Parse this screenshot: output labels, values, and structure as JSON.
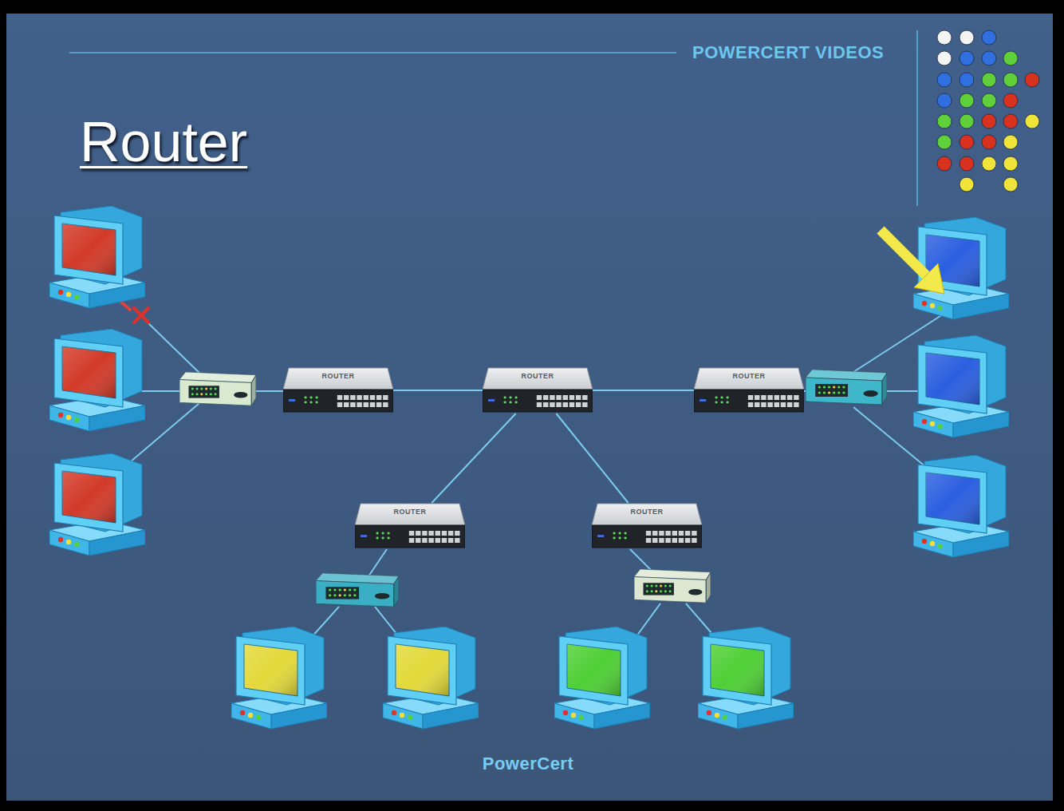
{
  "diagram": {
    "title": "Router",
    "nodes": [
      {
        "text": [
          "ROUTER"
        ]
      },
      {
        "text": [
          "ROUTER"
        ]
      },
      {
        "text": [
          "ROUTER"
        ]
      },
      {
        "text": [
          "ROUTER"
        ]
      },
      {
        "text": [
          "ROUTER"
        ]
      }
    ],
    "edges": [
      {
        "from": 0,
        "to": 1,
        "arrow": "none"
      },
      {
        "from": 1,
        "to": 2,
        "arrow": "none"
      },
      {
        "from": 1,
        "to": 3,
        "arrow": "none"
      },
      {
        "from": 1,
        "to": 4,
        "arrow": "none"
      }
    ],
    "labels": [
      "POWERCERT VIDEOS",
      "PowerCert"
    ]
  }
}
